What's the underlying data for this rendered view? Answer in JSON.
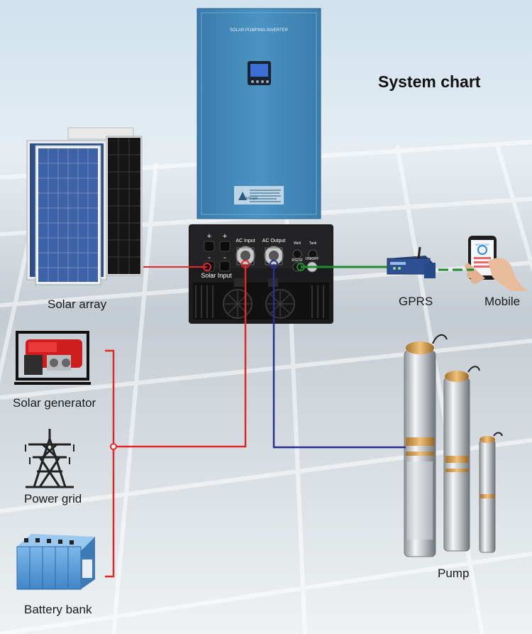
{
  "title": "System chart",
  "inverter": {
    "heading": "SOLAR PUMPING INVERTER",
    "danger": "DANGER",
    "port_plus": "+",
    "port_minus": "-",
    "ac_input": "AC Input",
    "ac_output": "AC Output",
    "rs232": "RS232",
    "on_off": "ON/OFF",
    "well": "Well",
    "tank": "Tank",
    "solar_input": "Solar Input"
  },
  "phone_brand": "BOOSTER",
  "components": {
    "solar_array": "Solar array",
    "gprs": "GPRS",
    "mobile": "Mobile",
    "solar_generator": "Solar generator",
    "power_grid": "Power grid",
    "battery_bank": "Battery bank",
    "pump": "Pump"
  },
  "colors": {
    "dc_line": "#e32626",
    "ac_out_line": "#2a2f8f",
    "comm_line": "#1f8a2e",
    "inverter_body": "#3e86b6"
  }
}
